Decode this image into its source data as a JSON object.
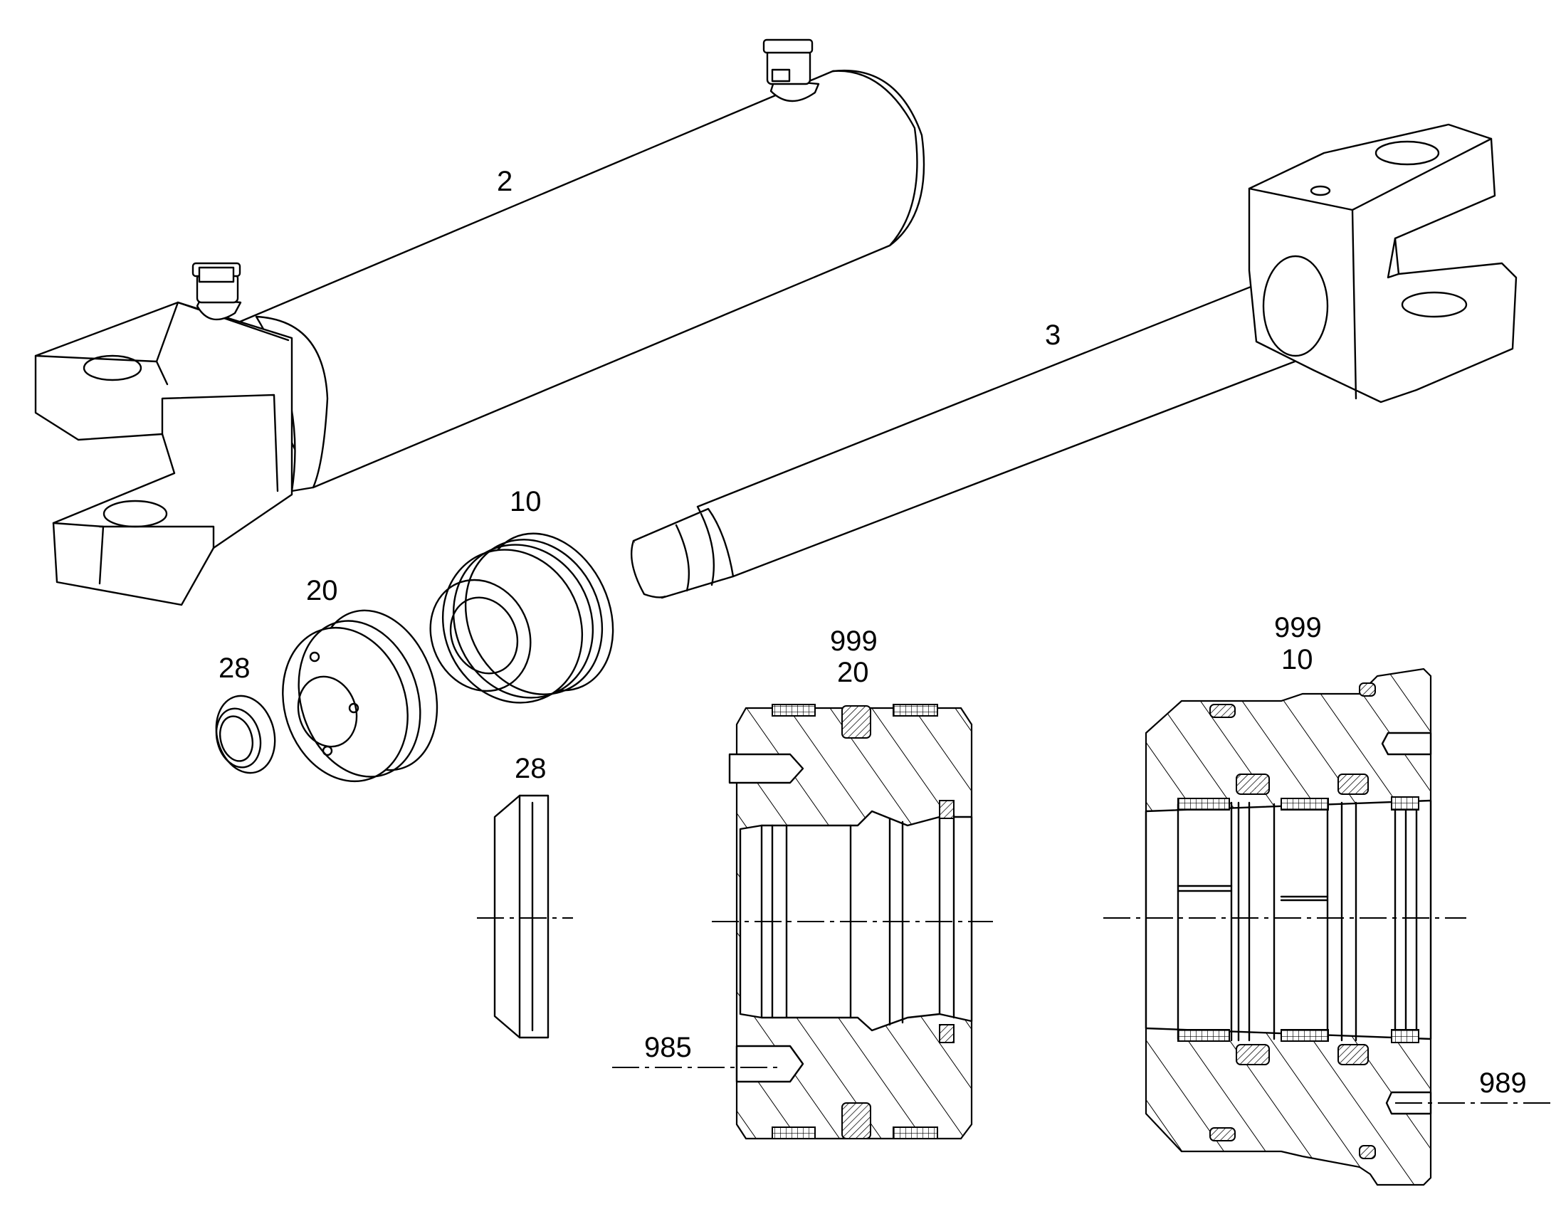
{
  "diagram": {
    "callouts": {
      "cylinder_tube": "2",
      "piston_rod": "3",
      "gland": "10",
      "piston": "20",
      "nut": "28",
      "section_nut": "28",
      "section_piston_kit": "999",
      "section_piston_part": "20",
      "section_gland_kit": "999",
      "section_gland_part": "10",
      "piston_detail": "985",
      "gland_detail": "989"
    }
  }
}
